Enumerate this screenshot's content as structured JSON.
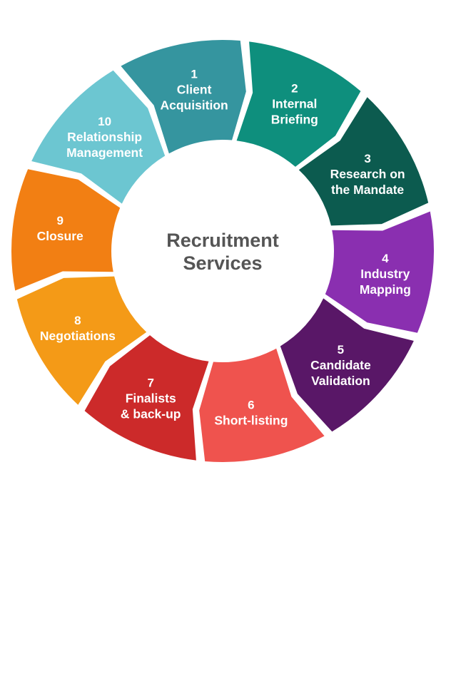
{
  "diagram": {
    "center": {
      "lines": [
        "Recruitment",
        "Services"
      ],
      "text_color": "#555555"
    },
    "segments": [
      {
        "number": "1",
        "lines": [
          "Client",
          "Acquisition"
        ],
        "color": "#35959f"
      },
      {
        "number": "2",
        "lines": [
          "Internal",
          "Briefing"
        ],
        "color": "#0e8f7d"
      },
      {
        "number": "3",
        "lines": [
          "Research on",
          "the Mandate"
        ],
        "color": "#0c5b4f"
      },
      {
        "number": "4",
        "lines": [
          "Industry",
          "Mapping"
        ],
        "color": "#8a2fb0"
      },
      {
        "number": "5",
        "lines": [
          "Candidate",
          "Validation"
        ],
        "color": "#591767"
      },
      {
        "number": "6",
        "lines": [
          "Short-listing"
        ],
        "color": "#ef534e"
      },
      {
        "number": "7",
        "lines": [
          "Finalists",
          "& back-up"
        ],
        "color": "#cc2a2a"
      },
      {
        "number": "8",
        "lines": [
          "Negotiations"
        ],
        "color": "#f49a17"
      },
      {
        "number": "9",
        "lines": [
          "Closure"
        ],
        "color": "#f27f13"
      },
      {
        "number": "10",
        "lines": [
          "Relationship",
          "Management"
        ],
        "color": "#6cc6d1"
      }
    ]
  }
}
